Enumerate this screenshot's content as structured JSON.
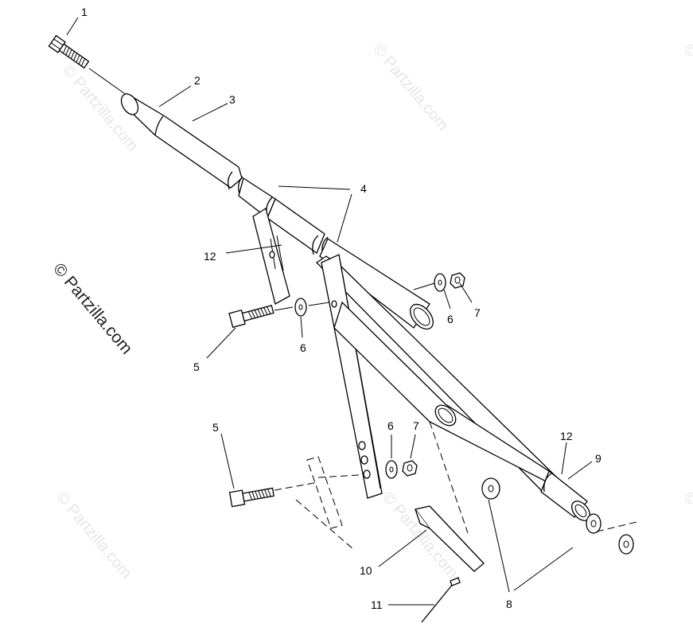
{
  "watermarks": {
    "main": "© Partzilla.com",
    "faint": "© Partzilla.com"
  },
  "callouts": [
    {
      "id": "c1",
      "label": "1"
    },
    {
      "id": "c2",
      "label": "2"
    },
    {
      "id": "c3",
      "label": "3"
    },
    {
      "id": "c4",
      "label": "4"
    },
    {
      "id": "c12a",
      "label": "12"
    },
    {
      "id": "c6a",
      "label": "6"
    },
    {
      "id": "c7a",
      "label": "7"
    },
    {
      "id": "c5a",
      "label": "5"
    },
    {
      "id": "c6b",
      "label": "6"
    },
    {
      "id": "c5b",
      "label": "5"
    },
    {
      "id": "c6c",
      "label": "6"
    },
    {
      "id": "c7b",
      "label": "7"
    },
    {
      "id": "c12b",
      "label": "12"
    },
    {
      "id": "c9",
      "label": "9"
    },
    {
      "id": "c10",
      "label": "10"
    },
    {
      "id": "c11",
      "label": "11"
    },
    {
      "id": "c8",
      "label": "8"
    }
  ]
}
